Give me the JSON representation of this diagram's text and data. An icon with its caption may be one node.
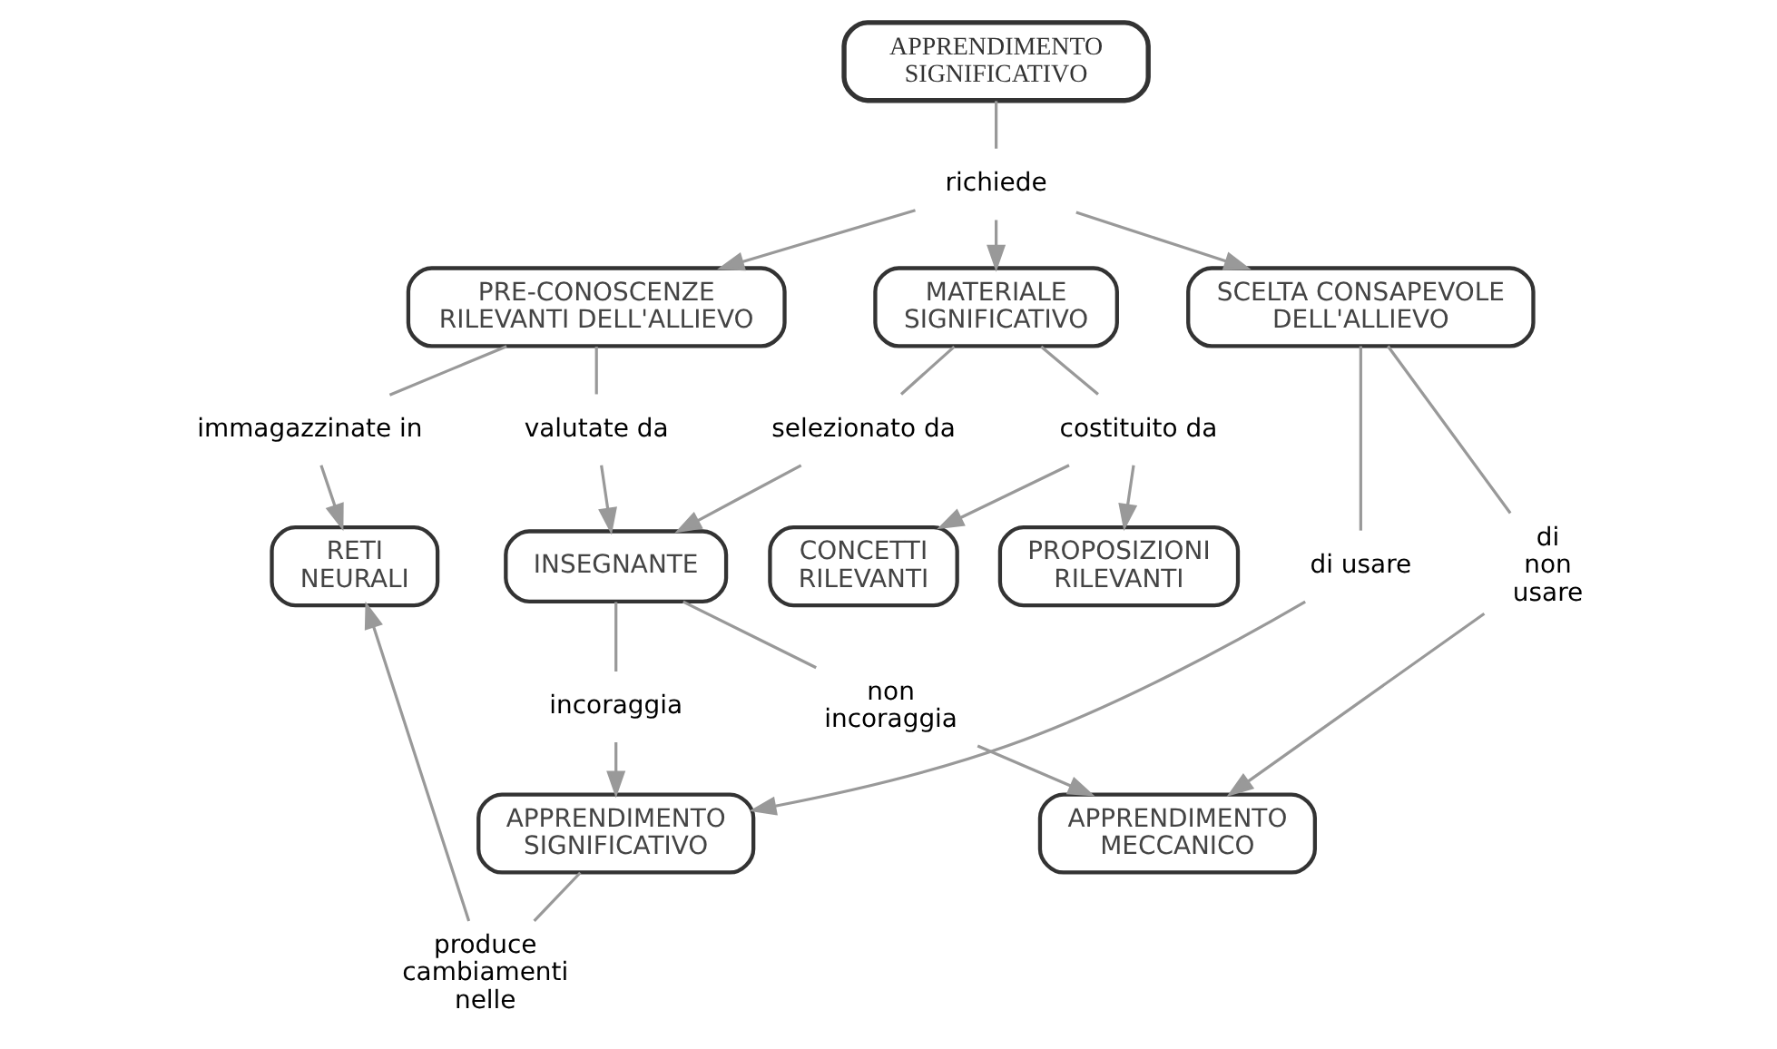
{
  "diagram": {
    "nodes": [
      {
        "text": [
          "APPRENDIMENTO SIGNIFICATIVO"
        ]
      },
      {
        "text": [
          "richiede"
        ]
      },
      {
        "text": [
          "PRE-CONOSCENZE RILEVANTI DELL'ALLIEVO"
        ]
      },
      {
        "text": [
          "MATERIALE SIGNIFICATIVO"
        ]
      },
      {
        "text": [
          "SCELTA CONSAPEVOLE DELL'ALLIEVO"
        ]
      },
      {
        "text": [
          "immagazzinate in"
        ]
      },
      {
        "text": [
          "valutate da"
        ]
      },
      {
        "text": [
          "selezionato da"
        ]
      },
      {
        "text": [
          "costituito da"
        ]
      },
      {
        "text": [
          "di non usare"
        ]
      },
      {
        "text": [
          "RETI NEURALI"
        ]
      },
      {
        "text": [
          "INSEGNANTE"
        ]
      },
      {
        "text": [
          "CONCETTI RILEVANTI"
        ]
      },
      {
        "text": [
          "PROPOSIZIONI RILEVANTI"
        ]
      },
      {
        "text": [
          "incoraggia"
        ]
      },
      {
        "text": [
          "non incoraggia"
        ]
      },
      {
        "text": [
          "APPRENDIMENTO MECCANICO"
        ]
      },
      {
        "text": [
          "produce cambiamenti nelle"
        ]
      },
      {
        "text": [
          "APPRENDIMENTO SIGNIFICATIVO"
        ]
      },
      {
        "text": [
          "di usare"
        ]
      }
    ],
    "edges": [
      {
        "from": 0,
        "to": 1,
        "arrow": "none"
      },
      {
        "from": 1,
        "to": 2,
        "arrow": "to"
      },
      {
        "from": 1,
        "to": 3,
        "arrow": "to"
      },
      {
        "from": 1,
        "to": 4,
        "arrow": "to"
      },
      {
        "from": 2,
        "to": 5,
        "arrow": "none"
      },
      {
        "from": 5,
        "to": 10,
        "arrow": "to"
      },
      {
        "from": 2,
        "to": 6,
        "arrow": "none"
      },
      {
        "from": 6,
        "to": 11,
        "arrow": "to"
      },
      {
        "from": 3,
        "to": 7,
        "arrow": "none"
      },
      {
        "from": 7,
        "to": 11,
        "arrow": "to"
      },
      {
        "from": 3,
        "to": 8,
        "arrow": "none"
      },
      {
        "from": 8,
        "to": 12,
        "arrow": "to"
      },
      {
        "from": 8,
        "to": 13,
        "arrow": "to"
      },
      {
        "from": 4,
        "to": 9,
        "arrow": "none"
      },
      {
        "from": 9,
        "to": 16,
        "arrow": "to"
      },
      {
        "from": 4,
        "to": 19,
        "arrow": "none"
      },
      {
        "from": 19,
        "to": 18,
        "arrow": "to"
      },
      {
        "from": 11,
        "to": 14,
        "arrow": "none"
      },
      {
        "from": 14,
        "to": 18,
        "arrow": "to"
      },
      {
        "from": 11,
        "to": 15,
        "arrow": "none"
      },
      {
        "from": 15,
        "to": 16,
        "arrow": "to"
      },
      {
        "from": 18,
        "to": 17,
        "arrow": "none"
      },
      {
        "from": 17,
        "to": 10,
        "arrow": "to"
      }
    ]
  }
}
